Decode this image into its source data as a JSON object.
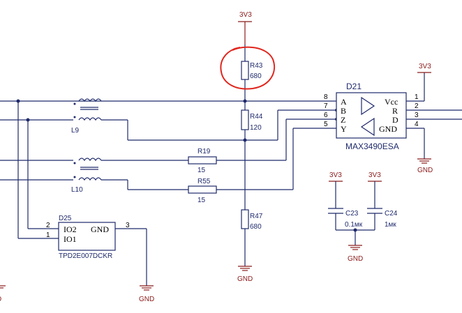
{
  "power": {
    "vcc_label": "3V3",
    "gnd_label": "GND"
  },
  "resistors": {
    "r43": {
      "ref": "R43",
      "value": "680"
    },
    "r44": {
      "ref": "R44",
      "value": "120"
    },
    "r47": {
      "ref": "R47",
      "value": "680"
    },
    "r19": {
      "ref": "R19",
      "value": "15"
    },
    "r55": {
      "ref": "R55",
      "value": "15"
    }
  },
  "inductors": {
    "l9": {
      "ref": "L9"
    },
    "l10": {
      "ref": "L10"
    }
  },
  "capacitors": {
    "c23": {
      "ref": "C23",
      "value": "0.1мк"
    },
    "c24": {
      "ref": "C24",
      "value": "1мк"
    }
  },
  "d21": {
    "ref": "D21",
    "part": "MAX3490ESA",
    "pins_left": {
      "p8": "8",
      "p7": "7",
      "p6": "6",
      "p5": "5"
    },
    "pins_right": {
      "p1": "1",
      "p2": "2",
      "p3": "3",
      "p4": "4"
    },
    "names_left": {
      "a": "A",
      "b": "B",
      "z": "Z",
      "y": "Y"
    },
    "names_right": {
      "vcc": "Vcc",
      "r": "R",
      "d": "D",
      "gnd": "GND"
    }
  },
  "d25": {
    "ref": "D25",
    "part": "TPD2E007DCKR",
    "pin_io2": "IO2",
    "pin_io1": "IO1",
    "pin_gnd": "GND",
    "pin2": "2",
    "pin1": "1",
    "pin3": "3"
  },
  "colors": {
    "wire": "#1f2a6b",
    "power": "#8b1a1a",
    "highlight": "#e0261d"
  }
}
